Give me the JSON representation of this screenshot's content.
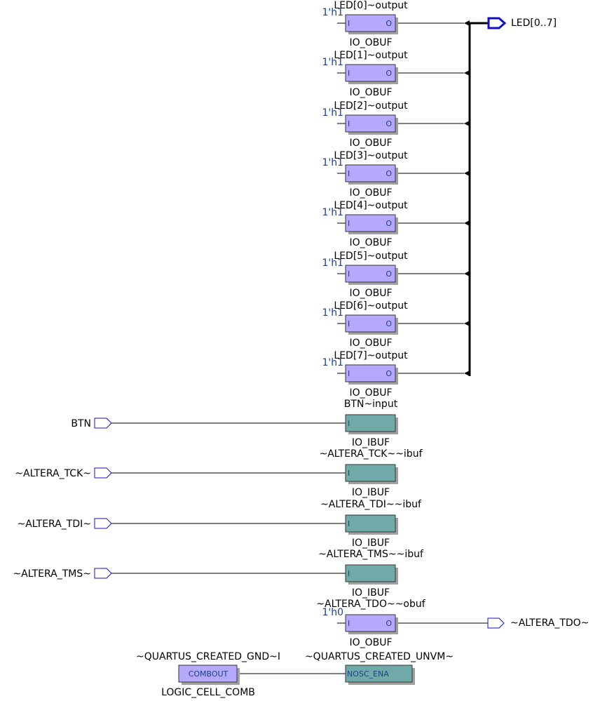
{
  "colors": {
    "obuf_fill": "#b4a8ff",
    "ibuf_fill": "#70aaa8",
    "shadow": "#a0a0a0",
    "wire": "#000000",
    "bus_port": "#1010c0",
    "port_outline": "#1010c0",
    "const_text": "#1f3f8f"
  },
  "output_bus": {
    "label": "LED[0..7]"
  },
  "output_buffers": [
    {
      "name": "LED[0]~output",
      "type": "IO_OBUF",
      "const": "1'h1",
      "in_pin": "I",
      "out_pin": "O"
    },
    {
      "name": "LED[1]~output",
      "type": "IO_OBUF",
      "const": "1'h1",
      "in_pin": "I",
      "out_pin": "O"
    },
    {
      "name": "LED[2]~output",
      "type": "IO_OBUF",
      "const": "1'h1",
      "in_pin": "I",
      "out_pin": "O"
    },
    {
      "name": "LED[3]~output",
      "type": "IO_OBUF",
      "const": "1'h1",
      "in_pin": "I",
      "out_pin": "O"
    },
    {
      "name": "LED[4]~output",
      "type": "IO_OBUF",
      "const": "1'h1",
      "in_pin": "I",
      "out_pin": "O"
    },
    {
      "name": "LED[5]~output",
      "type": "IO_OBUF",
      "const": "1'h1",
      "in_pin": "I",
      "out_pin": "O"
    },
    {
      "name": "LED[6]~output",
      "type": "IO_OBUF",
      "const": "1'h1",
      "in_pin": "I",
      "out_pin": "O"
    },
    {
      "name": "LED[7]~output",
      "type": "IO_OBUF",
      "const": "1'h1",
      "in_pin": "I",
      "out_pin": "O"
    }
  ],
  "input_buffers": [
    {
      "name": "BTN~input",
      "type": "IO_IBUF",
      "port": "BTN",
      "in_pin": "I"
    },
    {
      "name": "~ALTERA_TCK~~ibuf",
      "type": "IO_IBUF",
      "port": "~ALTERA_TCK~",
      "in_pin": "I"
    },
    {
      "name": "~ALTERA_TDI~~ibuf",
      "type": "IO_IBUF",
      "port": "~ALTERA_TDI~",
      "in_pin": "I"
    },
    {
      "name": "~ALTERA_TMS~~ibuf",
      "type": "IO_IBUF",
      "port": "~ALTERA_TMS~",
      "in_pin": "I"
    }
  ],
  "tdo_buffer": {
    "name": "~ALTERA_TDO~~obuf",
    "type": "IO_OBUF",
    "const": "1'h0",
    "in_pin": "I",
    "out_pin": "O",
    "port": "~ALTERA_TDO~"
  },
  "gnd_cell": {
    "name": "~QUARTUS_CREATED_GND~I",
    "type": "LOGIC_CELL_COMB",
    "pin": "COMBOUT"
  },
  "unvm_cell": {
    "name": "~QUARTUS_CREATED_UNVM~",
    "pin": "NOSC_ENA"
  }
}
